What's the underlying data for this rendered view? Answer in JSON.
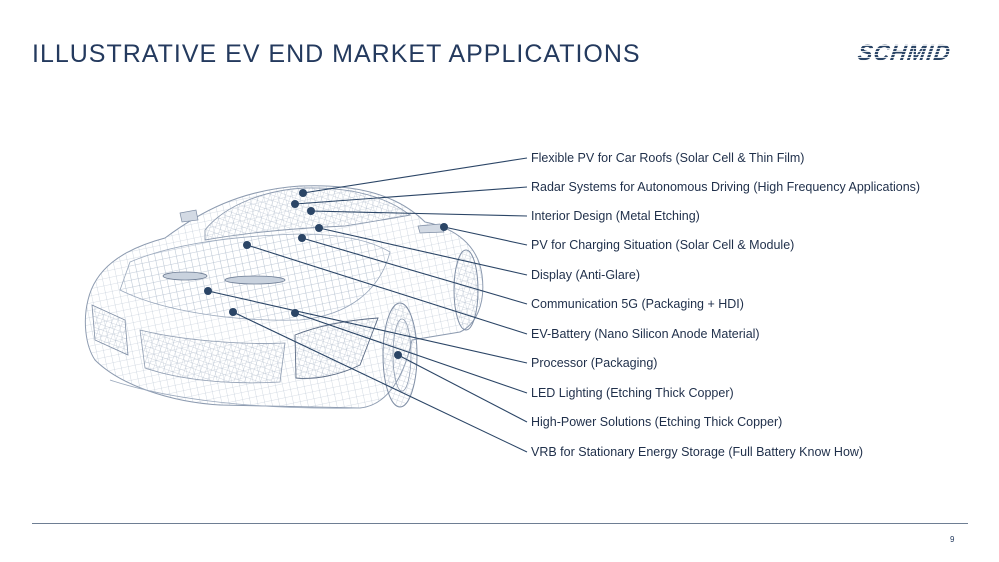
{
  "header": {
    "title": "ILLUSTRATIVE EV END MARKET APPLICATIONS",
    "logo_text": "SCHMID"
  },
  "applications": [
    "Flexible PV for Car Roofs (Solar Cell & Thin Film)",
    "Radar Systems for Autonomous Driving (High Frequency Applications)",
    "Interior Design (Metal Etching)",
    "PV for Charging Situation (Solar Cell & Module)",
    "Display (Anti-Glare)",
    "Communication 5G (Packaging + HDI)",
    "EV-Battery (Nano Silicon Anode Material)",
    "Processor (Packaging)",
    "LED Lighting (Etching Thick Copper)",
    "High-Power Solutions (Etching Thick Copper)",
    "VRB for Stationary Energy Storage (Full Battery Know How)"
  ],
  "footer": {
    "page_number": "9"
  },
  "colors": {
    "accent": "#243a5e",
    "leader": "#2b4566",
    "wireframe": "#9aa8bc"
  }
}
